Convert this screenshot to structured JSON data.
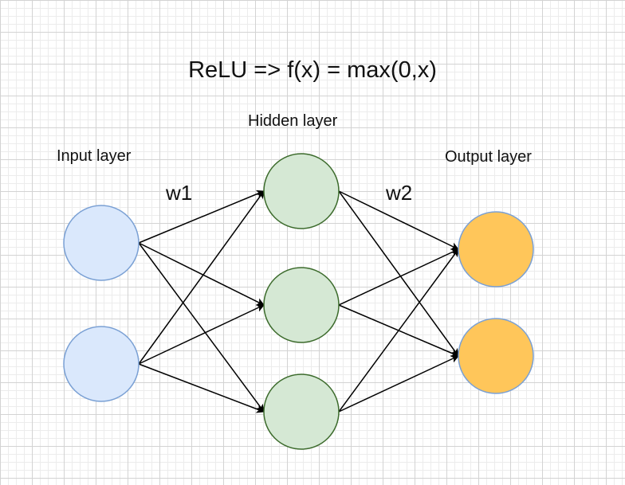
{
  "title": "ReLU => f(x) = max(0,x)",
  "layers": {
    "input": {
      "label": "Input layer",
      "node_count": 2,
      "fill": "#dae8fc",
      "stroke": "#7aa0d4"
    },
    "hidden": {
      "label": "Hidden layer",
      "node_count": 3,
      "fill": "#d5e8d4",
      "stroke": "#3c6b2c"
    },
    "output": {
      "label": "Output layer",
      "node_count": 2,
      "fill": "#ffc65a",
      "stroke": "#7aa0d4"
    }
  },
  "weights": {
    "w1": "w1",
    "w2": "w2"
  },
  "connections": "fully-connected",
  "edge_color": "#000000"
}
